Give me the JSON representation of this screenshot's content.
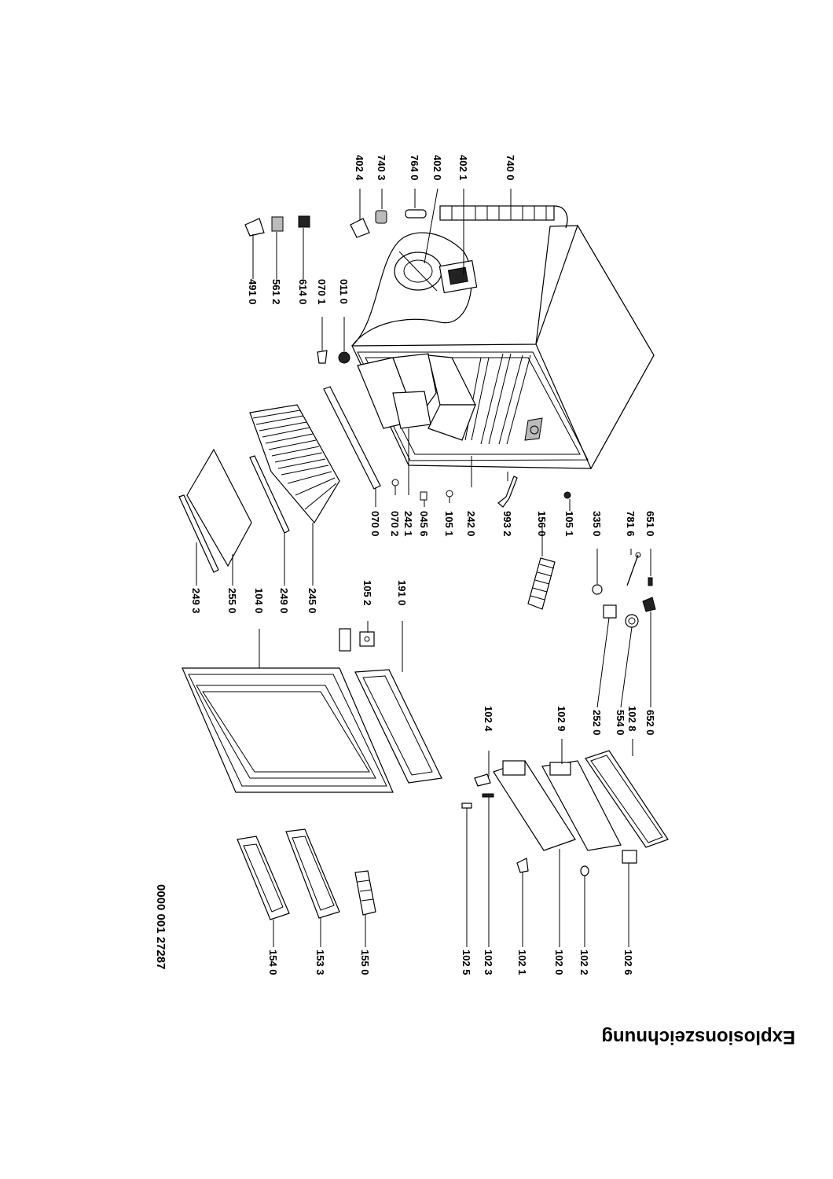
{
  "title": "Explosionszeichnung",
  "doc_number": "0000 001 27287",
  "labels": [
    {
      "id": "l-740-0",
      "text": "740 0"
    },
    {
      "id": "l-402-1",
      "text": "402 1"
    },
    {
      "id": "l-402-0",
      "text": "402 0"
    },
    {
      "id": "l-764-0",
      "text": "764 0"
    },
    {
      "id": "l-740-3",
      "text": "740 3"
    },
    {
      "id": "l-402-4",
      "text": "402 4"
    },
    {
      "id": "l-011-0",
      "text": "011 0"
    },
    {
      "id": "l-070-1",
      "text": "070 1"
    },
    {
      "id": "l-614-0",
      "text": "614 0"
    },
    {
      "id": "l-561-2",
      "text": "561 2"
    },
    {
      "id": "l-491-0",
      "text": "491 0"
    },
    {
      "id": "l-651-0",
      "text": "651 0"
    },
    {
      "id": "l-781-6",
      "text": "781 6"
    },
    {
      "id": "l-335-0",
      "text": "335 0"
    },
    {
      "id": "l-105-1a",
      "text": "105 1"
    },
    {
      "id": "l-156-0",
      "text": "156 0"
    },
    {
      "id": "l-993-2",
      "text": "993 2"
    },
    {
      "id": "l-242-0",
      "text": "242 0"
    },
    {
      "id": "l-105-1b",
      "text": "105 1"
    },
    {
      "id": "l-045-6",
      "text": "045 6"
    },
    {
      "id": "l-242-1",
      "text": "242 1"
    },
    {
      "id": "l-070-2",
      "text": "070 2"
    },
    {
      "id": "l-070-0",
      "text": "070 0"
    },
    {
      "id": "l-245-0",
      "text": "245 0"
    },
    {
      "id": "l-249-0",
      "text": "249 0"
    },
    {
      "id": "l-104-0",
      "text": "104 0"
    },
    {
      "id": "l-255-0",
      "text": "255 0"
    },
    {
      "id": "l-249-3",
      "text": "249 3"
    },
    {
      "id": "l-191-0",
      "text": "191 0"
    },
    {
      "id": "l-105-2",
      "text": "105 2"
    },
    {
      "id": "l-652-0",
      "text": "652 0"
    },
    {
      "id": "l-554-0",
      "text": "554 0"
    },
    {
      "id": "l-252-0",
      "text": "252 0"
    },
    {
      "id": "l-102-8",
      "text": "102 8"
    },
    {
      "id": "l-102-9",
      "text": "102 9"
    },
    {
      "id": "l-102-4",
      "text": "102 4"
    },
    {
      "id": "l-102-6",
      "text": "102 6"
    },
    {
      "id": "l-102-2",
      "text": "102 2"
    },
    {
      "id": "l-102-0",
      "text": "102 0"
    },
    {
      "id": "l-102-1",
      "text": "102 1"
    },
    {
      "id": "l-102-3",
      "text": "102 3"
    },
    {
      "id": "l-102-5",
      "text": "102 5"
    },
    {
      "id": "l-155-0",
      "text": "155 0"
    },
    {
      "id": "l-153-3",
      "text": "153 3"
    },
    {
      "id": "l-154-0",
      "text": "154 0"
    }
  ]
}
